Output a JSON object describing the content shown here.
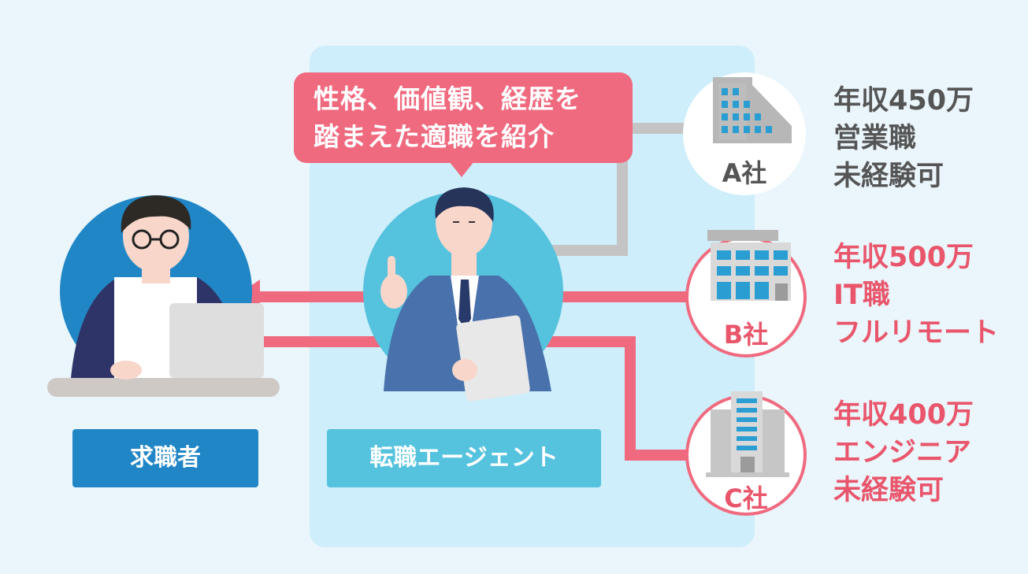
{
  "bubble": {
    "line1": "性格、価値観、経歴を",
    "line2": "踏まえた適職を紹介"
  },
  "roles": {
    "job_seeker": "求職者",
    "agent": "転職エージェント"
  },
  "companies": [
    {
      "name": "A社",
      "info": [
        "年収450万",
        "営業職",
        "未経験可"
      ],
      "highlighted": false
    },
    {
      "name": "B社",
      "info": [
        "年収500万",
        "IT職",
        "フルリモート"
      ],
      "highlighted": true
    },
    {
      "name": "C社",
      "info": [
        "年収400万",
        "エンジニア",
        "未経験可"
      ],
      "highlighted": true
    }
  ],
  "colors": {
    "background": "#eaf6fc",
    "agent_panel": "#cdeefa",
    "accent_pink": "#f06a7f",
    "seeker_blue": "#2186c5",
    "agent_cyan": "#55c2de",
    "connector_gray": "#c4c4c4"
  }
}
